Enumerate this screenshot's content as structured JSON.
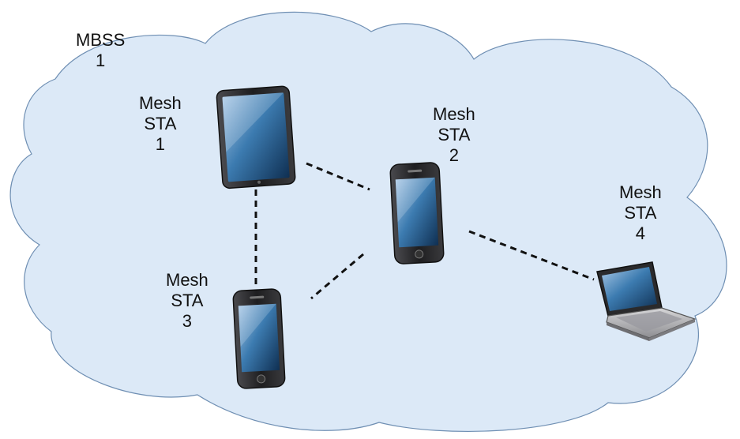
{
  "colors": {
    "cloud_fill": "#dce9f7",
    "cloud_stroke": "#6f8fb3",
    "link": "#111111",
    "device_body": "#2a2a2c",
    "screen": "#2f6c9c"
  },
  "mbss": {
    "line1": "MBSS",
    "line2": "1"
  },
  "stations": [
    {
      "line1": "Mesh",
      "line2": "STA",
      "number": "1",
      "device": "tablet-icon"
    },
    {
      "line1": "Mesh",
      "line2": "STA",
      "number": "2",
      "device": "smartphone-icon"
    },
    {
      "line1": "Mesh",
      "line2": "STA",
      "number": "3",
      "device": "smartphone-icon"
    },
    {
      "line1": "Mesh",
      "line2": "STA",
      "number": "4",
      "device": "laptop-icon"
    }
  ],
  "links": [
    {
      "from": "1",
      "to": "2"
    },
    {
      "from": "1",
      "to": "3"
    },
    {
      "from": "2",
      "to": "3"
    },
    {
      "from": "2",
      "to": "4"
    }
  ]
}
